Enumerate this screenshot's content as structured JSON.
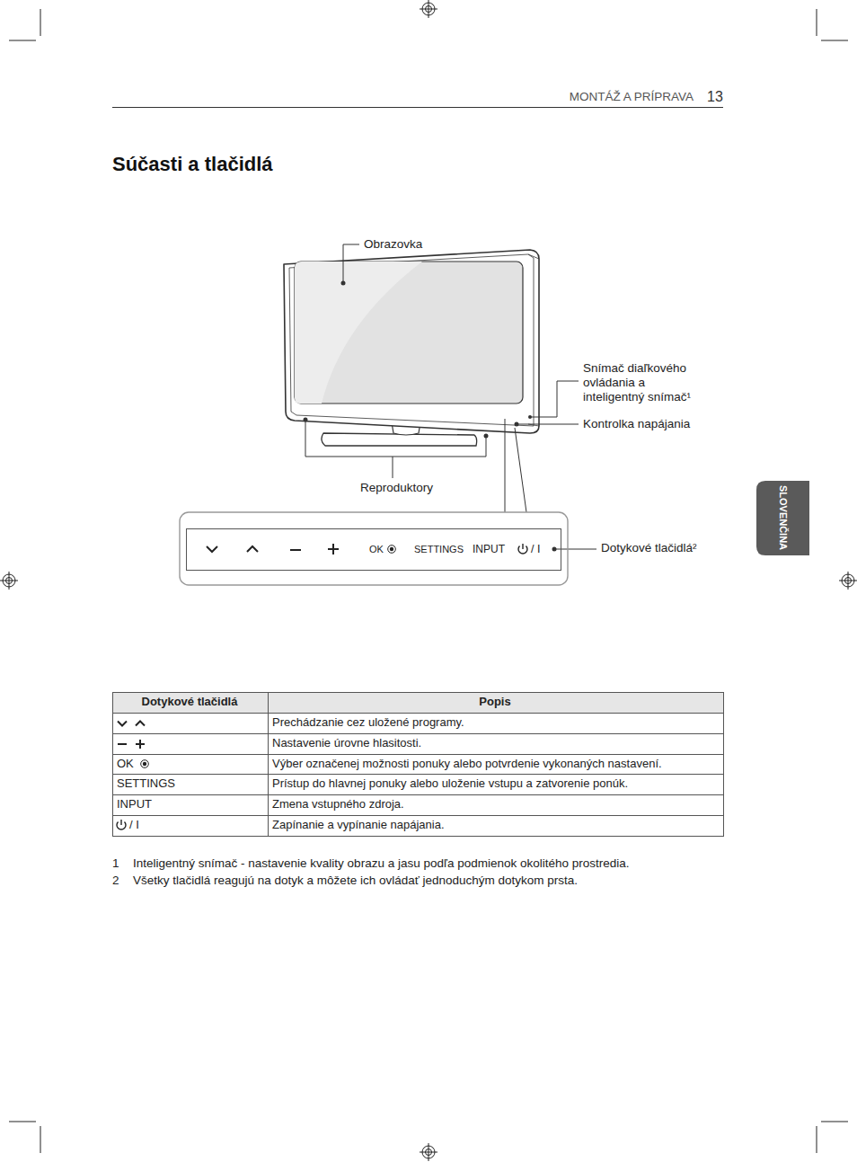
{
  "diagram": {
    "title": "Súčasti a tlačidlá",
    "nodes": [
      {
        "text": [
          "OK",
          "SETTINGS",
          "INPUT",
          "/ I"
        ]
      }
    ],
    "labels": [
      "MONTÁŽ A PRÍPRAVA",
      "13",
      "Obrazovka",
      "Snímač diaľkového ovládania a inteligentný snímač¹",
      "Kontrolka napájania",
      "Reproduktory",
      "Dotykové tlačidlá²",
      "SLOVENČINA",
      "Dotykové tlačidlá",
      "Popis",
      "Prechádzanie cez uložené programy.",
      "Nastavenie úrovne hlasitosti.",
      "OK",
      "Výber označenej možnosti ponuky alebo potvrdenie vykonaných nastavení.",
      "SETTINGS",
      "Prístup do hlavnej ponuky alebo uloženie vstupu a zatvorenie ponúk.",
      "INPUT",
      "Zmena vstupného zdroja.",
      "/ I",
      "Zapínanie a vypínanie napájania.",
      "1",
      "Inteligentný snímač - nastavenie kvality obrazu a jasu podľa podmienok okolitého prostredia.",
      "2",
      "Všetky tlačidlá reagujú na dotyk a môžete ich ovládať jednoduchým dotykom prsta."
    ]
  }
}
